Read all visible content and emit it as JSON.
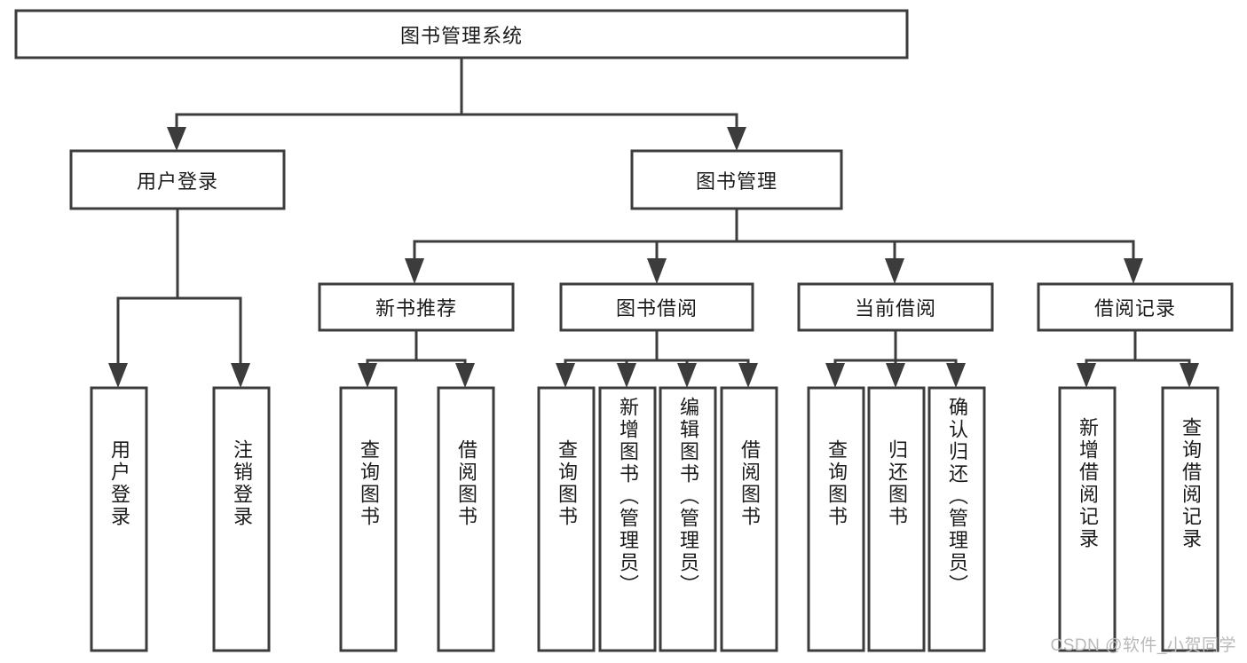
{
  "diagram": {
    "type": "hierarchy-tree",
    "title": "图书管理系统",
    "orientation": "top-down",
    "colors": {
      "box_stroke": "#3c3c3c",
      "box_fill": "#ffffff",
      "connector": "#3c3c3c",
      "text": "#1b1b1b",
      "watermark": "#b9b9b9",
      "background": "#ffffff"
    }
  },
  "root": {
    "label": "图书管理系统"
  },
  "level2": [
    {
      "label": "用户登录"
    },
    {
      "label": "图书管理"
    }
  ],
  "level3": [
    {
      "label": "新书推荐"
    },
    {
      "label": "图书借阅"
    },
    {
      "label": "当前借阅"
    },
    {
      "label": "借阅记录"
    }
  ],
  "leaves": {
    "user_login": [
      {
        "label": "用户登录"
      },
      {
        "label": "注销登录"
      }
    ],
    "new_book": [
      {
        "label": "查询图书"
      },
      {
        "label": "借阅图书"
      }
    ],
    "book_borrow": [
      {
        "label": "查询图书"
      },
      {
        "label": "新增图书（管理员）"
      },
      {
        "label": "编辑图书（管理员）"
      },
      {
        "label": "借阅图书"
      }
    ],
    "current_borrow": [
      {
        "label": "查询图书"
      },
      {
        "label": "归还图书"
      },
      {
        "label": "确认归还（管理员）"
      }
    ],
    "borrow_record": [
      {
        "label": "新增借阅记录"
      },
      {
        "label": "查询借阅记录"
      }
    ]
  },
  "watermark": {
    "text": "CSDN @软件_小贺同学"
  }
}
